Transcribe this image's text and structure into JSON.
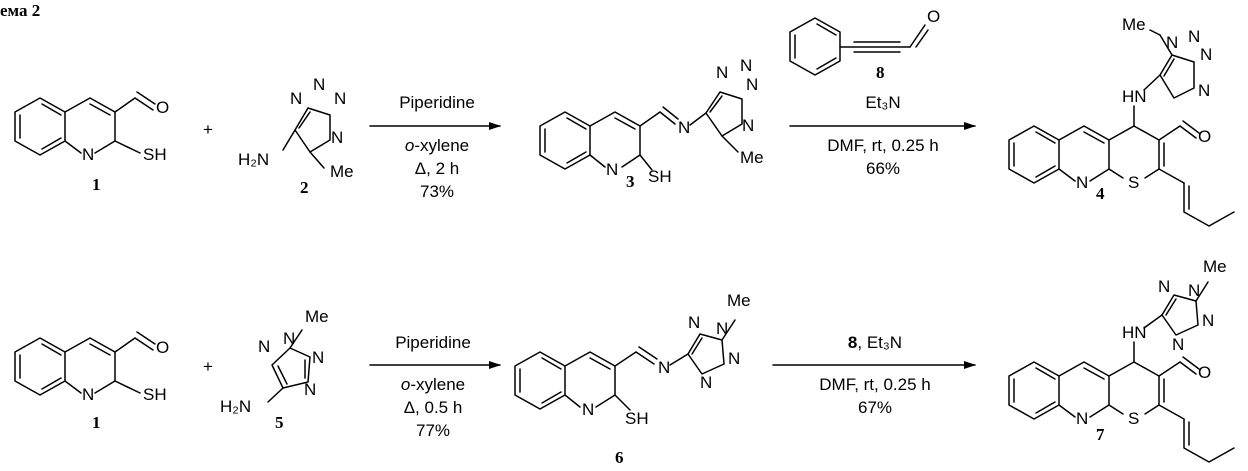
{
  "header": "ема 2",
  "row1": {
    "c1_num": "1",
    "c1_sh": "SH",
    "c1_n": "N",
    "c1_o": "O",
    "plus": "+",
    "c2_num": "2",
    "c2_h2n": "H₂N",
    "c2_me": "Me",
    "arrow1": {
      "reagent": "Piperidine",
      "solvent_prefix": "o",
      "solvent_suffix": "-xylene",
      "time": "Δ, 2 h",
      "yield": "73%"
    },
    "c3_num": "3",
    "c3_sh": "SH",
    "c3_me": "Me",
    "c8_num": "8",
    "arrow2": {
      "base": "Et₃N",
      "conditions": "DMF, rt, 0.25 h",
      "yield": "66%"
    },
    "c4_num": "4",
    "c4_me": "Me",
    "c4_hn": "HN",
    "c4_s": "S"
  },
  "row2": {
    "c1_num": "1",
    "c1_sh": "SH",
    "plus": "+",
    "c5_num": "5",
    "c5_h2n": "H₂N",
    "c5_me": "Me",
    "arrow1": {
      "reagent": "Piperidine",
      "solvent_prefix": "o",
      "solvent_suffix": "-xylene",
      "time": "Δ, 0.5 h",
      "yield": "77%"
    },
    "c6_num": "6",
    "c6_sh": "SH",
    "c6_me": "Me",
    "arrow2": {
      "reagent_num": "8",
      "base": ", Et₃N",
      "conditions": "DMF, rt, 0.25 h",
      "yield": "67%"
    },
    "c7_num": "7",
    "c7_me": "Me",
    "c7_hn": "HN",
    "c7_s": "S"
  }
}
